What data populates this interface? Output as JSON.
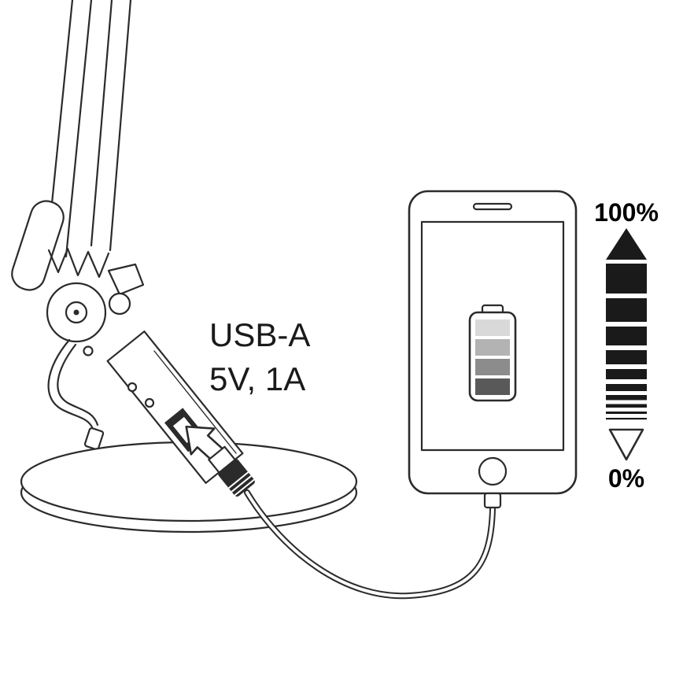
{
  "labels": {
    "usb_type": "USB-A",
    "usb_spec": "5V, 1A"
  },
  "gauge": {
    "max": "100%",
    "min": "0%"
  },
  "icons": {
    "arrow": "usb-port-arrow-icon",
    "battery": "battery-charging-icon",
    "gauge_up": "gauge-full-triangle-icon",
    "gauge_down": "gauge-empty-triangle-icon"
  },
  "colors": {
    "line": "#2b2b2b",
    "battery_bar_1": "#d9d9d9",
    "battery_bar_2": "#b3b3b3",
    "battery_bar_3": "#8c8c8c",
    "battery_bar_4": "#595959"
  }
}
